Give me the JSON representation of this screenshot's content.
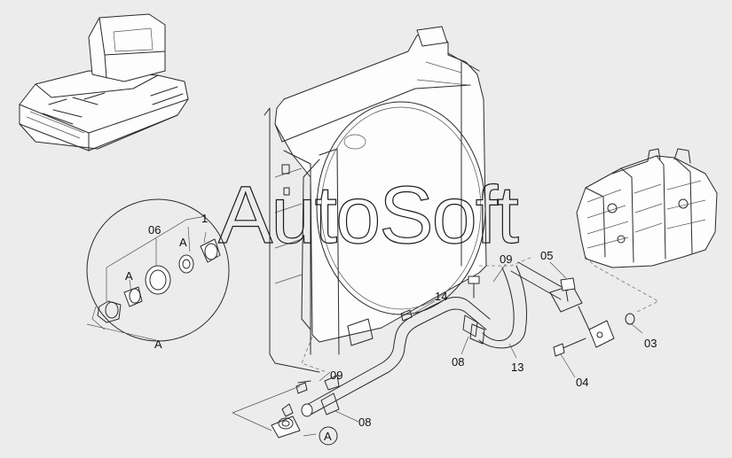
{
  "watermark": "AutoSoft",
  "detail_marker": "A",
  "detail_callouts": {
    "part_06": "06",
    "part_01": "1",
    "flange_a_left": "A",
    "flange_a_right": "A",
    "detail_letter": "A"
  },
  "part_labels": {
    "p09_top": "09",
    "p05": "05",
    "p14": "14",
    "p03": "03",
    "p08_mid": "08",
    "p13": "13",
    "p04": "04",
    "p09_low": "09",
    "p08_low": "08"
  }
}
